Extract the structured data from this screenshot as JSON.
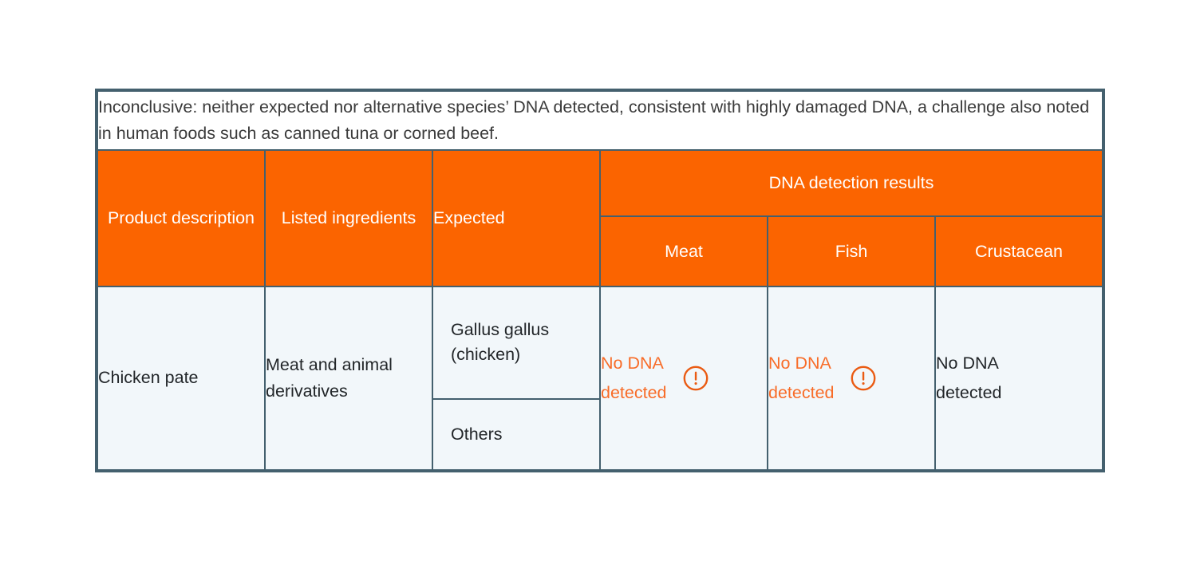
{
  "caption": {
    "text": "Inconclusive: neither expected nor alternative species’ DNA detected, consistent with highly damaged DNA, a challenge also noted in human foods such as canned tuna or corned beef."
  },
  "colors": {
    "header_orange": "#fb6400",
    "warn_orange": "#f86c28",
    "border": "#44606e",
    "body_bg": "#f2f7fa",
    "body_text": "#222629"
  },
  "header": {
    "product_description": "Product description",
    "listed_ingredients": "Listed ingredients",
    "expected": "Expected",
    "group_label": "DNA detection results",
    "sub": {
      "meat": "Meat",
      "fish": "Fish",
      "crustacean": "Crustacean"
    }
  },
  "rows": [
    {
      "product_description": "Chicken pate",
      "listed_ingredients": "Meat and animal derivatives",
      "expected": {
        "primary": "Gallus gallus (chicken)",
        "secondary": "Others"
      },
      "results": {
        "meat": {
          "text": "No DNA\ndetected",
          "warning": true,
          "icon": "warning-circle-icon"
        },
        "fish": {
          "text": "No DNA\ndetected",
          "warning": true,
          "icon": "warning-circle-icon"
        },
        "crustacean": {
          "text": "No DNA\ndetected",
          "warning": false,
          "icon": ""
        }
      }
    }
  ]
}
